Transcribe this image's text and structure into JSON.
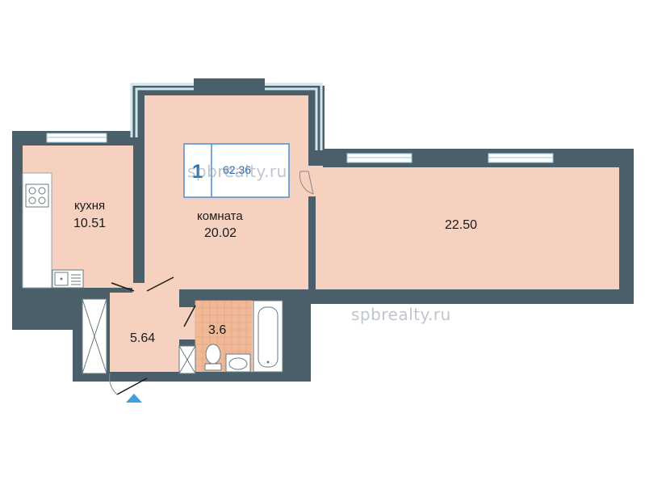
{
  "rooms": {
    "kitchen": {
      "name": "кухня",
      "area": "10.51"
    },
    "room": {
      "name": "комната",
      "area": "20.02"
    },
    "loggia": {
      "area": "22.50"
    },
    "hall": {
      "area": "5.64"
    },
    "bath": {
      "area": "3.6"
    }
  },
  "total_area": "62.36",
  "watermark": "spbrealty.ru",
  "colors": {
    "wall": "#4a5f69",
    "floor": "#f6d1bf",
    "tile": "#f0b998",
    "window_frame": "#cfe6ec",
    "compass": "#3f9fe0",
    "badge_border": "#4a8fd0"
  },
  "icons": [
    "stove-icon",
    "sink-icon",
    "toilet-icon",
    "washbasin-icon",
    "bathtub-icon",
    "entrance-arrow-icon"
  ]
}
